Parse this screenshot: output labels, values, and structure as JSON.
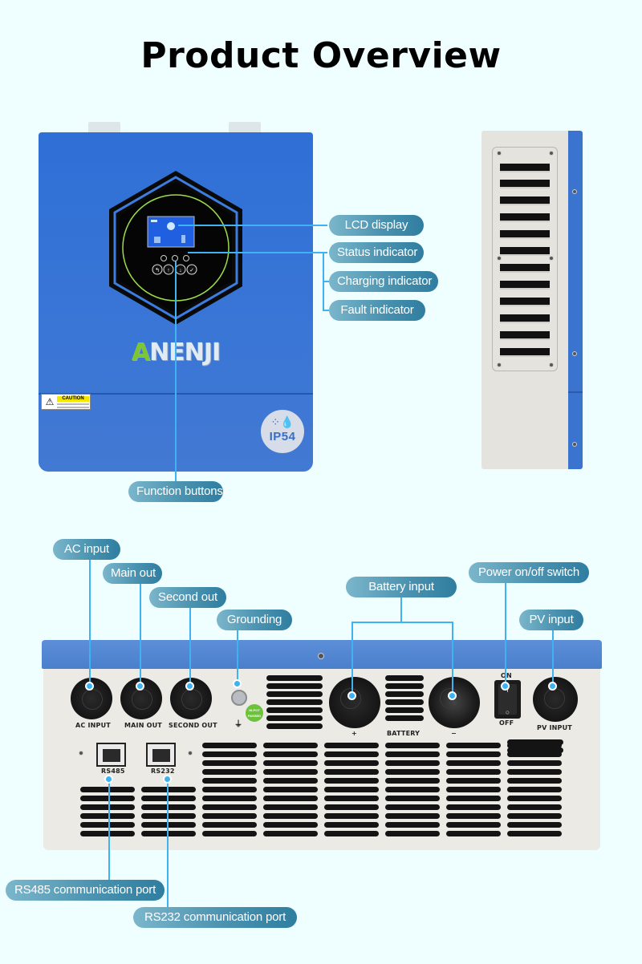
{
  "title": "Product Overview",
  "brand_logo": "ANENJI",
  "front_view": {
    "caution_label": "CAUTION",
    "ip_rating": "IP54",
    "callouts": {
      "lcd_display": "LCD display",
      "status_indicator": "Status indicator",
      "charging_indicator": "Charging indicator",
      "fault_indicator": "Fault indicator",
      "function_buttons": "Function buttons"
    }
  },
  "back_view": {
    "port_labels": {
      "ac_input": "AC INPUT",
      "main_out": "MAIN OUT",
      "second_out": "SECOND OUT",
      "battery": "BATTERY",
      "battery_plus": "+",
      "battery_minus": "−",
      "pv_input": "PV INPUT",
      "switch_on": "ON",
      "switch_off": "OFF",
      "rs485": "RS485",
      "rs232": "RS232",
      "hipot": "HI-POT PASSED"
    },
    "callouts": {
      "ac_input": "AC input",
      "main_out": "Main out",
      "second_out": "Second out",
      "grounding": "Grounding",
      "battery_input": "Battery input",
      "power_switch": "Power on/off switch",
      "pv_input": "PV input",
      "rs485_port": "RS485 communication port",
      "rs232_port": "RS232 communication port"
    }
  },
  "colors": {
    "background": "#effefe",
    "callout_line": "#3fb2f2",
    "callout_pill_start": "#7bb6cb",
    "callout_pill_end": "#2f7da0",
    "unit_blue": "#3a74cf",
    "logo_green": "#7cc630"
  }
}
